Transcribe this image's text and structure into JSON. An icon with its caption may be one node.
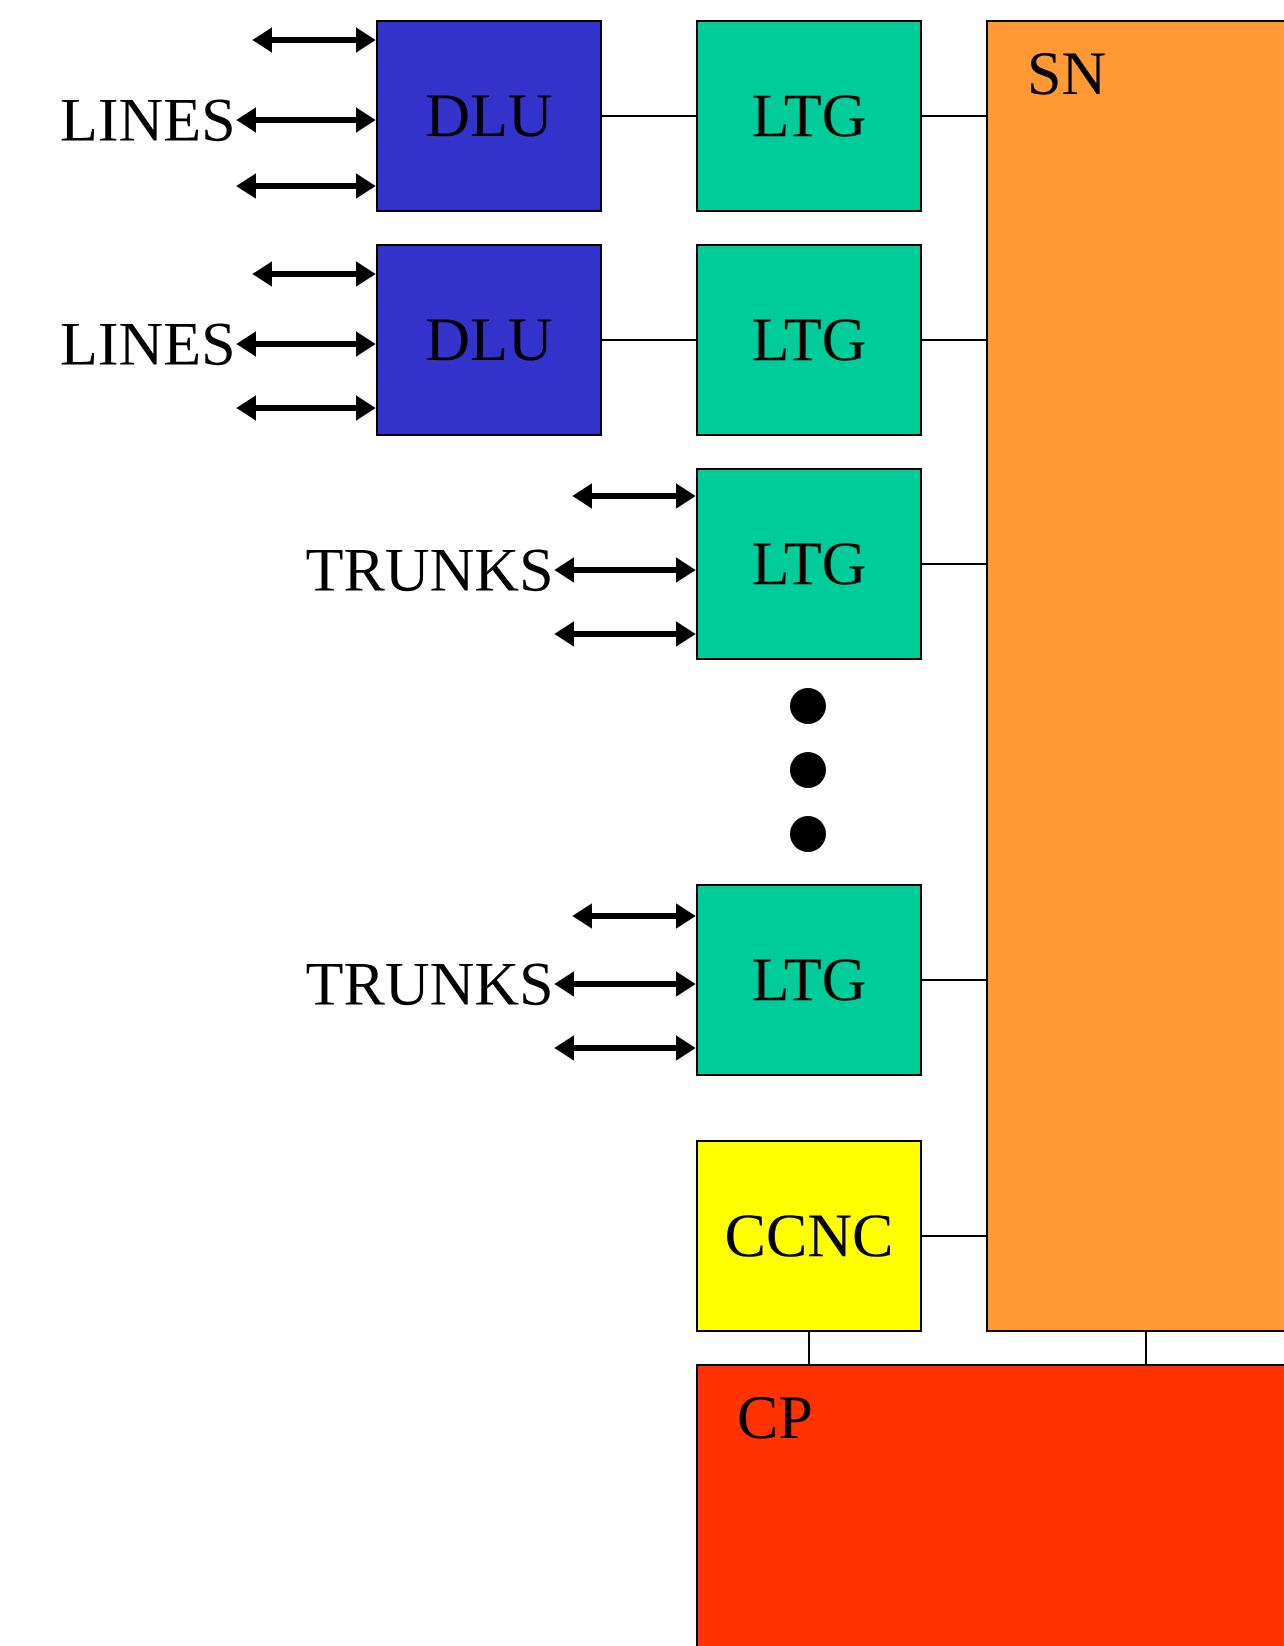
{
  "diagram": {
    "nodes": [
      {
        "text": [
          "LINES"
        ]
      },
      {
        "text": [
          "DLU"
        ]
      },
      {
        "text": [
          "LTG"
        ]
      },
      {
        "text": [
          "SN"
        ]
      },
      {
        "text": [
          "LINES"
        ]
      },
      {
        "text": [
          "DLU"
        ]
      },
      {
        "text": [
          "LTG"
        ]
      },
      {
        "text": [
          "TRUNKS"
        ]
      },
      {
        "text": [
          "LTG"
        ]
      },
      {
        "text": [
          "TRUNKS"
        ]
      },
      {
        "text": [
          "LTG"
        ]
      },
      {
        "text": [
          "CCNC"
        ]
      },
      {
        "text": [
          "CP"
        ]
      }
    ],
    "edges": [
      {
        "from": null,
        "to": 1,
        "arrow": "both"
      },
      {
        "from": 0,
        "to": 1,
        "arrow": "both"
      },
      {
        "from": 0,
        "to": 1,
        "arrow": "both"
      },
      {
        "from": 1,
        "to": 2,
        "arrow": "none"
      },
      {
        "from": 2,
        "to": 3,
        "arrow": "none"
      },
      {
        "from": null,
        "to": 5,
        "arrow": "both"
      },
      {
        "from": 4,
        "to": 5,
        "arrow": "both"
      },
      {
        "from": 4,
        "to": 5,
        "arrow": "both"
      },
      {
        "from": 5,
        "to": 6,
        "arrow": "none"
      },
      {
        "from": 6,
        "to": 3,
        "arrow": "none"
      },
      {
        "from": null,
        "to": 8,
        "arrow": "both"
      },
      {
        "from": 7,
        "to": 8,
        "arrow": "both"
      },
      {
        "from": 7,
        "to": 8,
        "arrow": "both"
      },
      {
        "from": 8,
        "to": 3,
        "arrow": "none"
      },
      {
        "from": null,
        "to": 10,
        "arrow": "both"
      },
      {
        "from": 9,
        "to": 10,
        "arrow": "both"
      },
      {
        "from": 9,
        "to": 10,
        "arrow": "both"
      },
      {
        "from": 10,
        "to": 3,
        "arrow": "none"
      },
      {
        "from": 11,
        "to": 3,
        "arrow": "none"
      },
      {
        "from": 11,
        "to": 12,
        "arrow": "none"
      },
      {
        "from": 3,
        "to": 12,
        "arrow": "none"
      }
    ]
  }
}
